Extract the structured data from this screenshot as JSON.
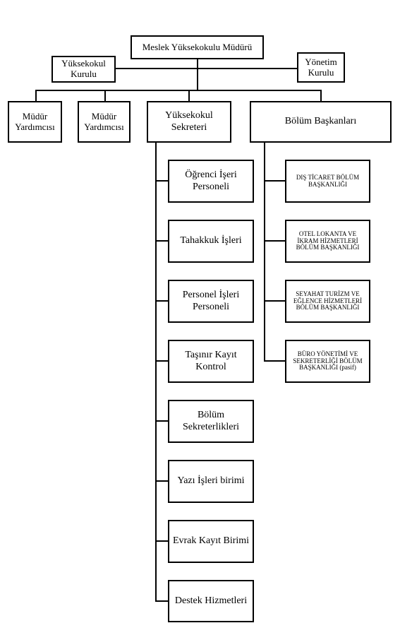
{
  "director": "Meslek Yüksekokulu Müdürü",
  "board_left": "Yüksekokul Kurulu",
  "board_right": "Yönetim Kurulu",
  "level2": {
    "vice1": "Müdür Yardımcısı",
    "vice2": "Müdür Yardımcısı",
    "secretary": "Yüksekokul Sekreteri",
    "heads": "Bölüm Başkanları"
  },
  "secretary_units": [
    "Öğrenci İşeri Personeli",
    "Tahakkuk İşleri",
    "Personel İşleri Personeli",
    "Taşınır Kayıt Kontrol",
    "Bölüm Sekreterlikleri",
    "Yazı İşleri birimi",
    "Evrak Kayıt Birimi",
    "Destek Hizmetleri"
  ],
  "departments": [
    "DIŞ TİCARET BÖLÜM BAŞKANLIĞI",
    "OTEL LOKANTA VE İKRAM HİZMETLERİ BÖLÜM BAŞKANLIĞI",
    "SEYAHAT TURİZM VE EĞLENCE HİZMETLERİ BÖLÜM BAŞKANLIĞI",
    "BÜRO YÖNETİMİ VE SEKRETERLİĞİ BÖLÜM BAŞKANLIĞI (pasif)"
  ]
}
